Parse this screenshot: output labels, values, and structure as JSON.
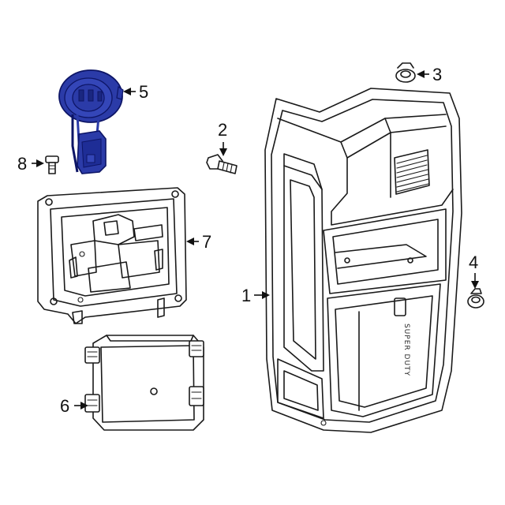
{
  "diagram": {
    "callouts": [
      {
        "id": "1",
        "label": "1"
      },
      {
        "id": "2",
        "label": "2"
      },
      {
        "id": "3",
        "label": "3"
      },
      {
        "id": "4",
        "label": "4"
      },
      {
        "id": "5",
        "label": "5"
      },
      {
        "id": "6",
        "label": "6"
      },
      {
        "id": "7",
        "label": "7"
      },
      {
        "id": "8",
        "label": "8"
      }
    ],
    "lamp_emblem": "SUPER DUTY",
    "colors": {
      "line": "#1a1a1a",
      "highlight_part_fill": "#2b3ba8",
      "highlight_part_stroke": "#0d1566",
      "background": "#ffffff"
    }
  }
}
